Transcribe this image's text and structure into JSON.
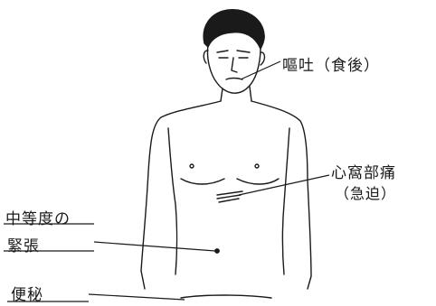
{
  "figure": {
    "annotations": {
      "vomiting": "嘔吐（食後）",
      "epigastric_pain": "心窩部痛",
      "epigastric_pain_note": "（急迫）",
      "midline_tension_line1": "中等度の",
      "midline_tension_line2": "緊張",
      "constipation": "便秘"
    },
    "line_color": "#1a1a1a"
  }
}
